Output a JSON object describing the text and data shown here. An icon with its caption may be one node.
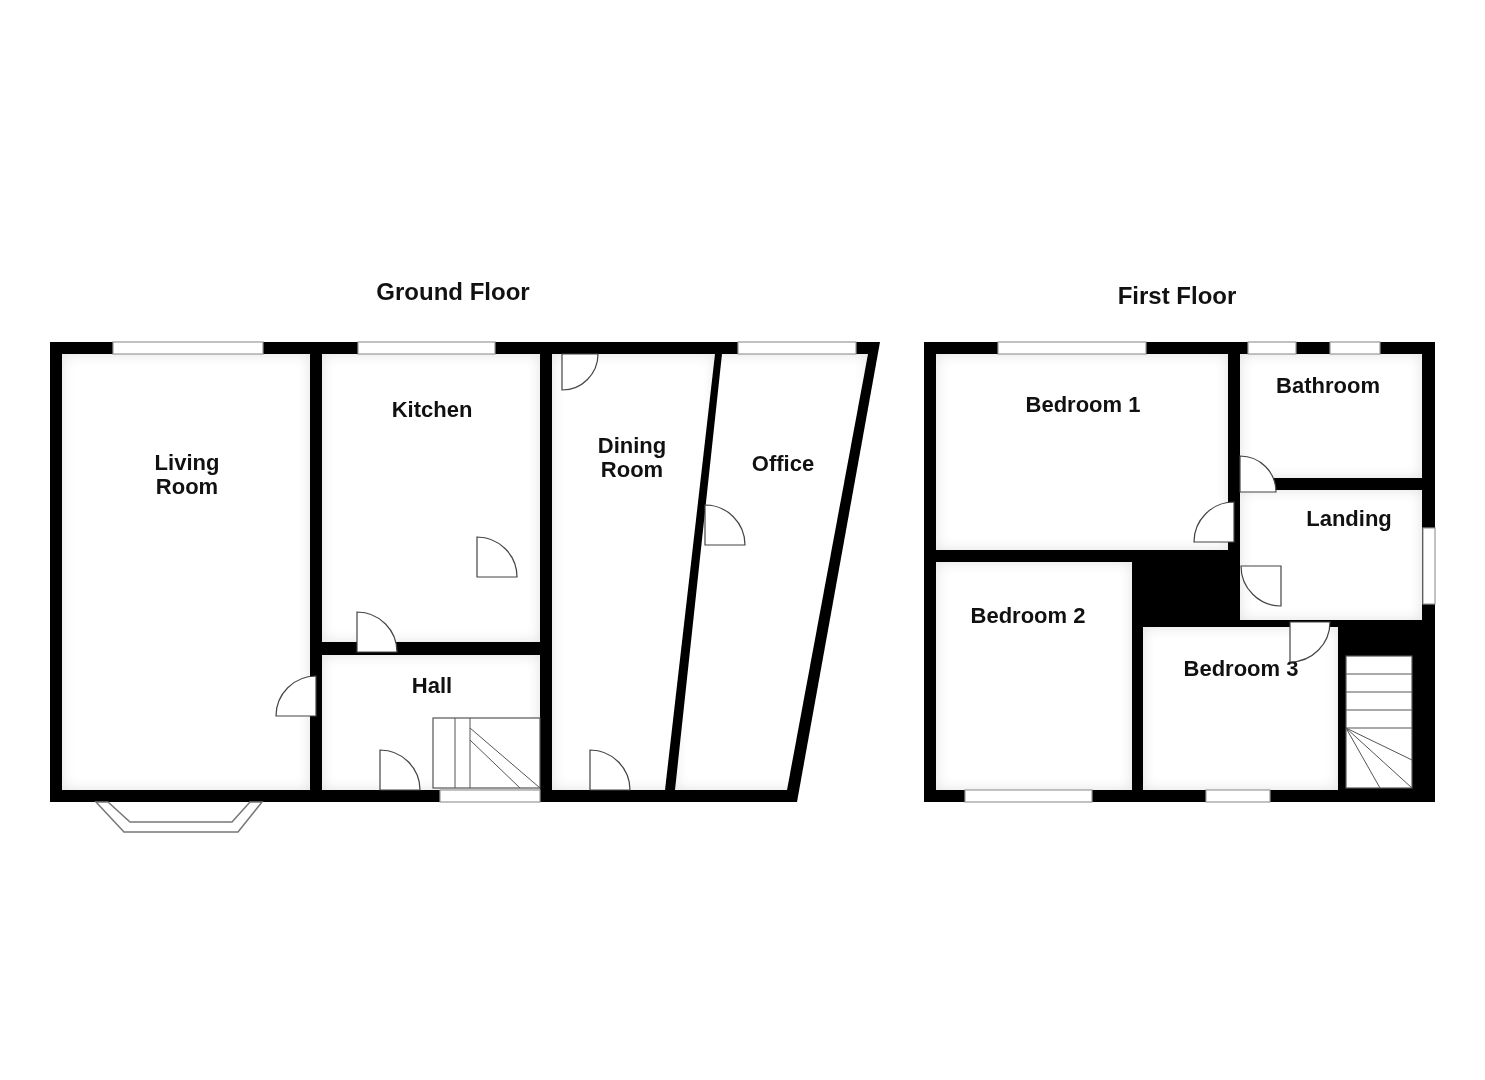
{
  "diagram": {
    "nodes": [
      {
        "text": [
          "Ground Floor"
        ]
      },
      {
        "text": [
          "Living Room"
        ],
        "in": 0
      },
      {
        "text": [
          "Kitchen"
        ],
        "in": 0
      },
      {
        "text": [
          "Dining Room"
        ],
        "in": 0
      },
      {
        "text": [
          "Office"
        ],
        "in": 0
      },
      {
        "text": [
          "Hall"
        ],
        "in": 0
      },
      {
        "text": [
          "First Floor"
        ]
      },
      {
        "text": [
          "Bedroom 1"
        ],
        "in": 6
      },
      {
        "text": [
          "Bathroom"
        ],
        "in": 6
      },
      {
        "text": [
          "Landing"
        ],
        "in": 6
      },
      {
        "text": [
          "Bedroom 2"
        ],
        "in": 6
      },
      {
        "text": [
          "Bedroom 3"
        ],
        "in": 6
      }
    ],
    "edges": []
  }
}
